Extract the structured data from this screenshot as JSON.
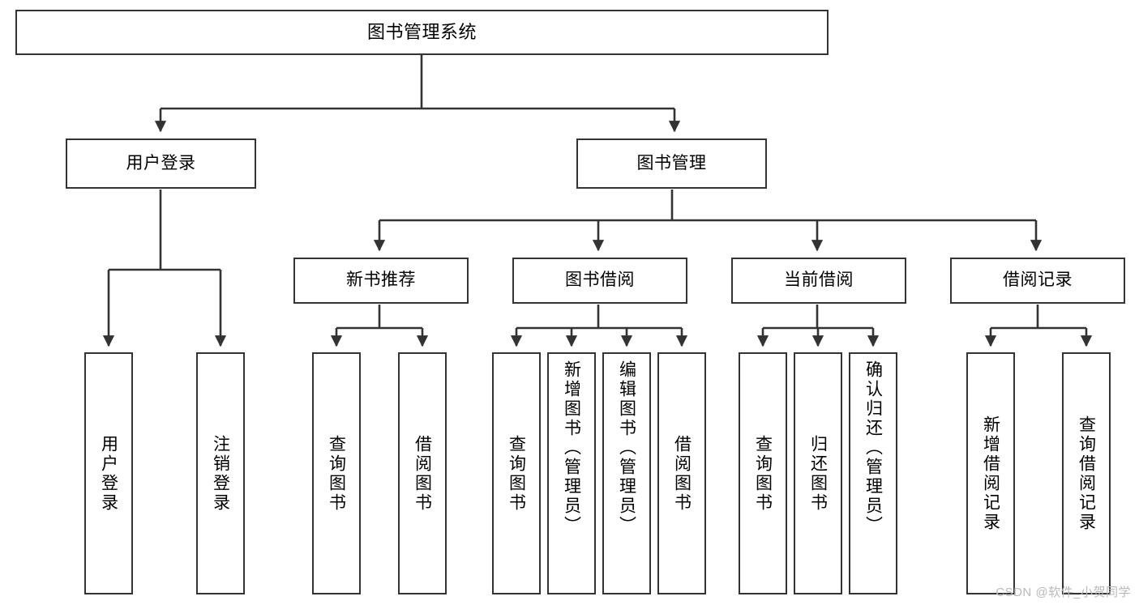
{
  "diagram": {
    "title": "图书管理系统",
    "type": "tree",
    "watermark": "CSDN @软件_小贺同学",
    "colors": {
      "box_border": "#333333",
      "box_fill": "#ffffff",
      "connector": "#333333",
      "text": "#000000",
      "watermark": "#b9b9b9"
    },
    "nodes": {
      "root": {
        "label": "图书管理系统"
      },
      "level2": [
        {
          "label": "用户登录"
        },
        {
          "label": "图书管理"
        }
      ],
      "level3": [
        {
          "label": "新书推荐"
        },
        {
          "label": "图书借阅"
        },
        {
          "label": "当前借阅"
        },
        {
          "label": "借阅记录"
        }
      ],
      "leaves": {
        "user_login": [
          {
            "label": "用户登录"
          },
          {
            "label": "注销登录"
          }
        ],
        "new_book_recommend": [
          {
            "label": "查询图书"
          },
          {
            "label": "借阅图书"
          }
        ],
        "book_borrow": [
          {
            "label": "查询图书"
          },
          {
            "label": "新增图书（管理员）"
          },
          {
            "label": "编辑图书（管理员）"
          },
          {
            "label": "借阅图书"
          }
        ],
        "current_borrow": [
          {
            "label": "查询图书"
          },
          {
            "label": "归还图书"
          },
          {
            "label": "确认归还（管理员）"
          }
        ],
        "borrow_record": [
          {
            "label": "新增借阅记录"
          },
          {
            "label": "查询借阅记录"
          }
        ]
      }
    }
  }
}
